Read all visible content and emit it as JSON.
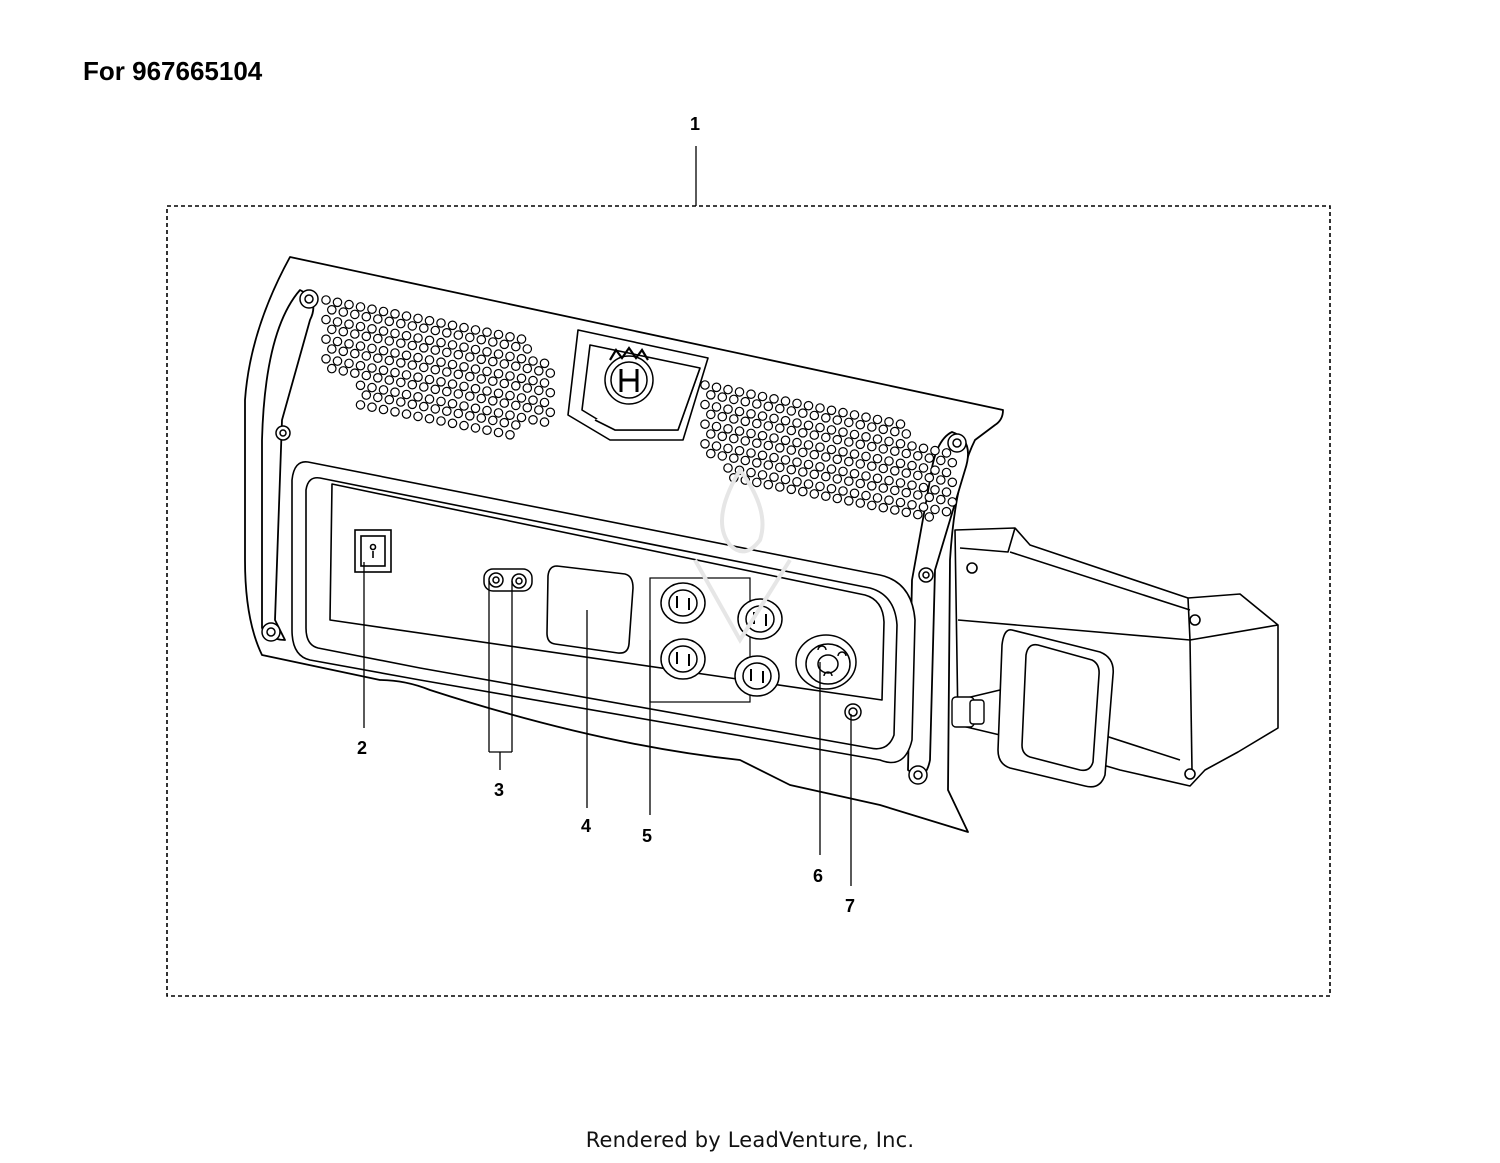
{
  "header": {
    "title": "For 967665104"
  },
  "callouts": {
    "c1": "1",
    "c2": "2",
    "c3": "3",
    "c4": "4",
    "c5": "5",
    "c6": "6",
    "c7": "7"
  },
  "footer": {
    "text": "Rendered by LeadVenture, Inc."
  },
  "icons": {
    "brand_logo": "husqvarna-crown-h-logo"
  },
  "colors": {
    "line": "#000000",
    "watermark": "#e6e6e6",
    "background": "#ffffff"
  }
}
